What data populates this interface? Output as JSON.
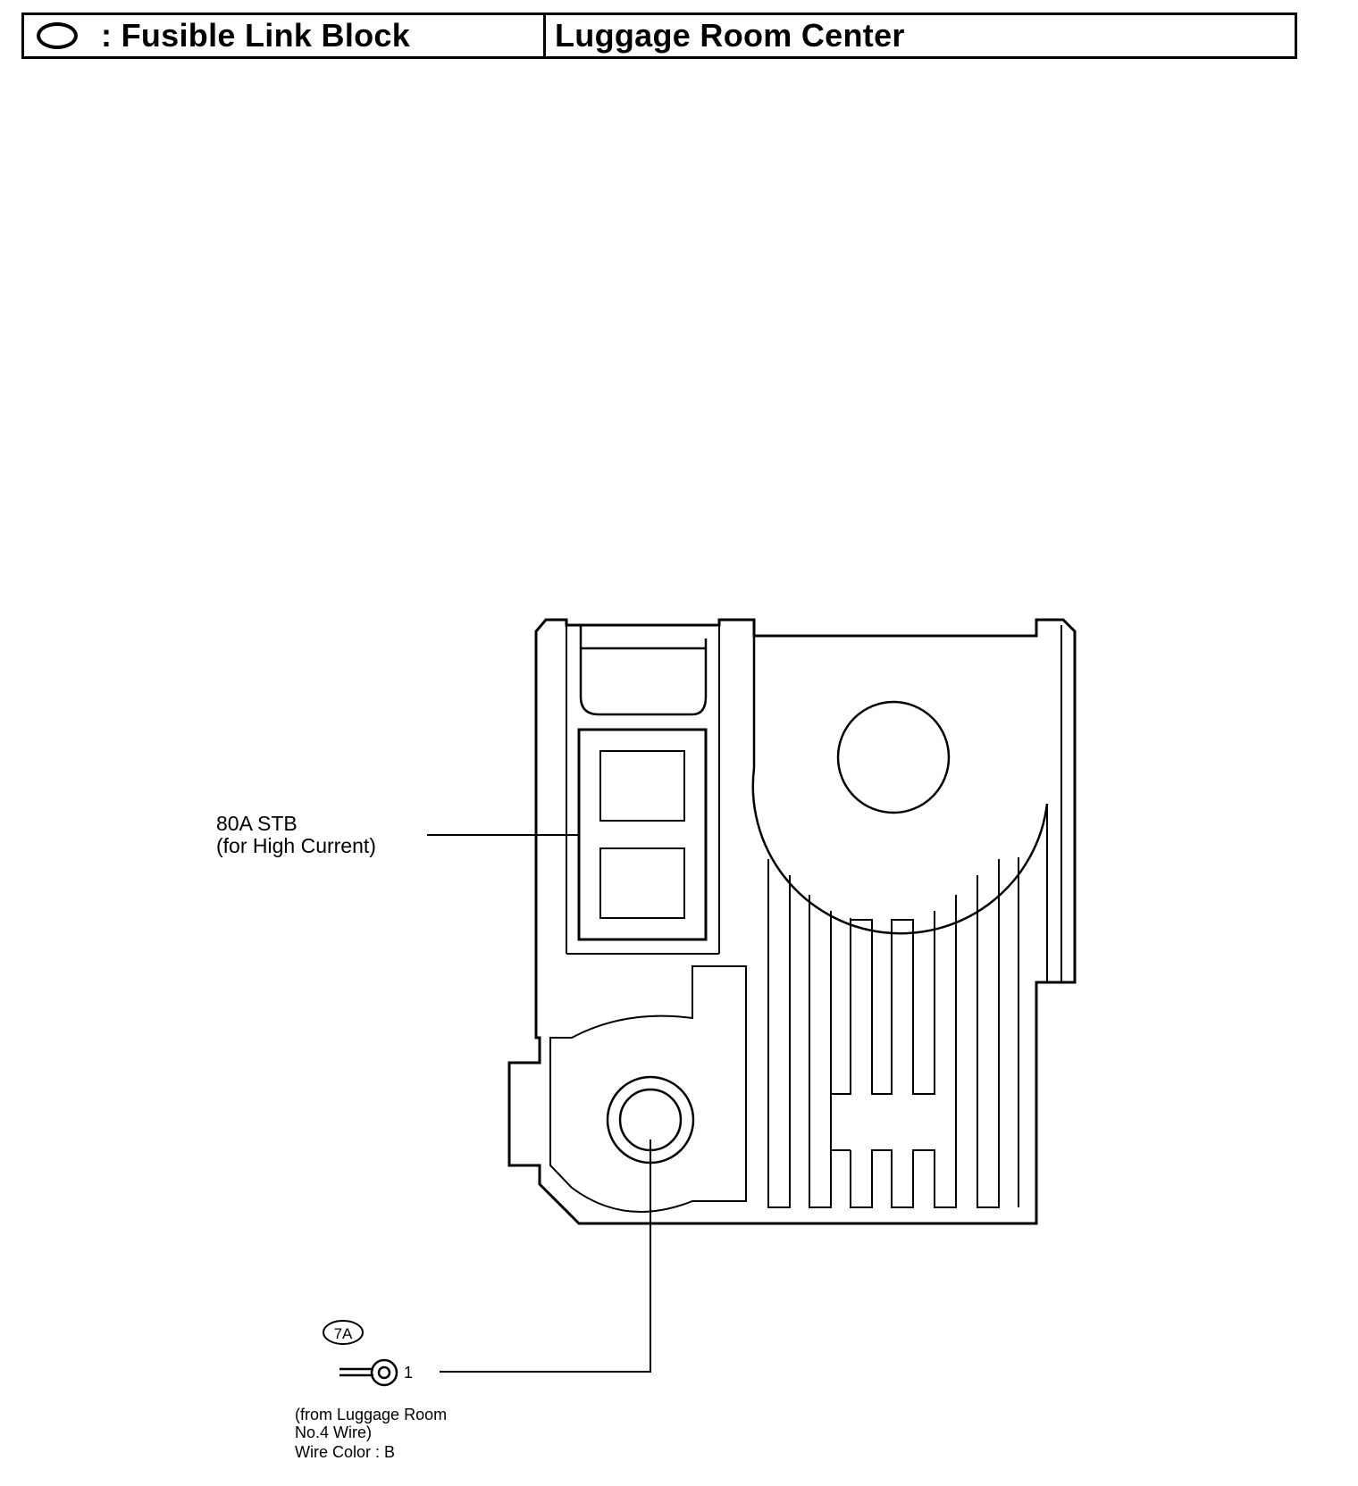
{
  "header": {
    "icon": "oval-icon",
    "left_label": ": Fusible Link Block",
    "right_label": "Luggage Room Center"
  },
  "diagram": {
    "stb_label_line1": "80A STB",
    "stb_label_line2": "(for High Current)",
    "connector_code": "7A",
    "terminal_number": "1",
    "wire_note_line1": "(from Luggage Room",
    "wire_note_line2": "No.4 Wire)",
    "wire_note_line3": "Wire Color : B"
  }
}
